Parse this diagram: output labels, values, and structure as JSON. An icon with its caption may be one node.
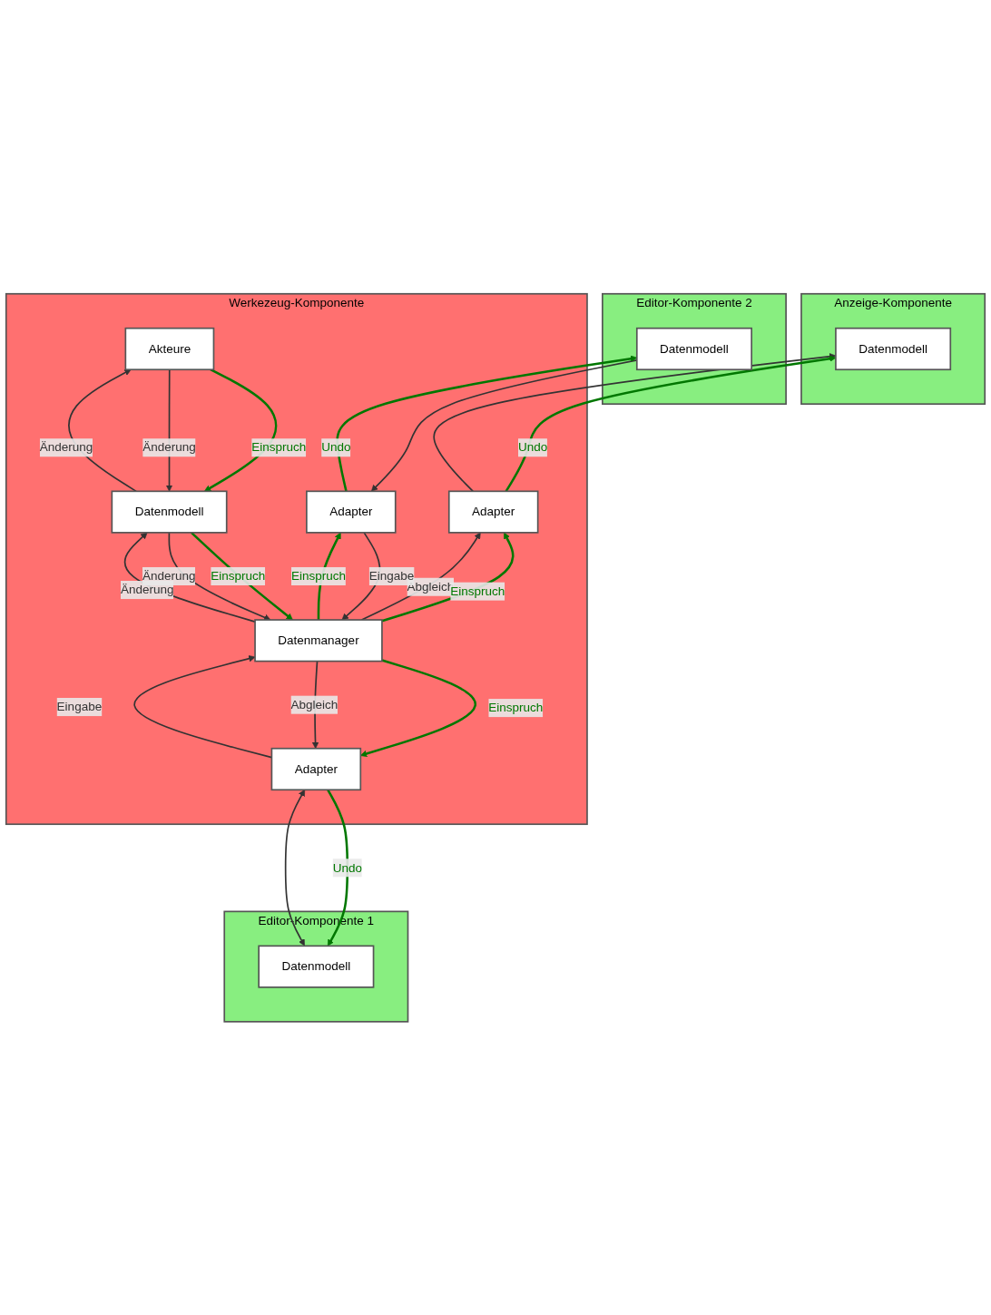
{
  "diagram": {
    "nodes": [
      {
        "text": [
          "Editor-Komponente 1"
        ]
      },
      {
        "text": [
          "Datenmodell"
        ],
        "in": 0
      },
      {
        "text": [
          "Anzeige-Komponente"
        ]
      },
      {
        "text": [
          "Datenmodell"
        ],
        "in": 2
      },
      {
        "text": [
          "Editor-Komponente 2"
        ]
      },
      {
        "text": [
          "Datenmodell"
        ],
        "in": 4
      },
      {
        "text": [
          "Werkezeug-Komponente"
        ]
      },
      {
        "text": [
          "Adapter"
        ],
        "in": 6
      },
      {
        "text": [
          "Adapter"
        ],
        "in": 6
      },
      {
        "text": [
          "Adapter"
        ],
        "in": 6
      },
      {
        "text": [
          "Datenmanager"
        ],
        "in": 6
      },
      {
        "text": [
          "Datenmodell"
        ],
        "in": 6
      },
      {
        "text": [
          "Akteure"
        ],
        "in": 6
      }
    ],
    "edges": [
      {
        "from": 1,
        "to": 7,
        "arrow": "both"
      },
      {
        "from": 7,
        "to": 1,
        "arrow": "to",
        "label": "Undo",
        "color": "#007700"
      },
      {
        "from": 8,
        "to": 3,
        "arrow": "to"
      },
      {
        "from": 8,
        "to": 3,
        "arrow": "to",
        "label": "Undo",
        "color": "#007700"
      },
      {
        "from": 5,
        "to": 9,
        "arrow": "to"
      },
      {
        "from": 9,
        "to": 5,
        "arrow": "to",
        "label": "Undo",
        "color": "#007700"
      },
      {
        "from": 7,
        "to": 10,
        "arrow": "to",
        "label": "Eingabe"
      },
      {
        "from": 10,
        "to": 7,
        "arrow": "to",
        "label": "Abgleich"
      },
      {
        "from": 10,
        "to": 7,
        "arrow": "to",
        "label": "Einspruch",
        "color": "#007700"
      },
      {
        "from": 10,
        "to": 8,
        "arrow": "to",
        "label": "Abgleich"
      },
      {
        "from": 10,
        "to": 8,
        "arrow": "to",
        "label": "Einspruch",
        "color": "#007700"
      },
      {
        "from": 9,
        "to": 10,
        "arrow": "to",
        "label": "Eingabe"
      },
      {
        "from": 10,
        "to": 9,
        "arrow": "to",
        "label": "Einspruch",
        "color": "#007700"
      },
      {
        "from": 10,
        "to": 11,
        "arrow": "to",
        "label": "Änderung"
      },
      {
        "from": 11,
        "to": 10,
        "arrow": "to",
        "label": "Änderung"
      },
      {
        "from": 11,
        "to": 10,
        "arrow": "to",
        "label": "Einspruch",
        "color": "#007700"
      },
      {
        "from": 11,
        "to": 12,
        "arrow": "to",
        "label": "Änderung"
      },
      {
        "from": 12,
        "to": 11,
        "arrow": "to",
        "label": "Änderung"
      },
      {
        "from": 12,
        "to": 11,
        "arrow": "to",
        "label": "Einspruch",
        "color": "#007700"
      }
    ]
  }
}
